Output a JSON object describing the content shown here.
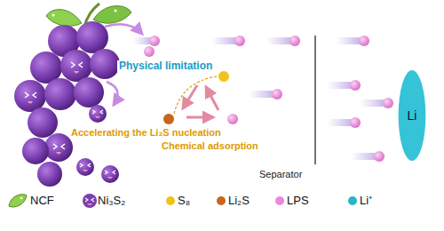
{
  "diagram": {
    "nodes": [
      {
        "text": [
          "Li"
        ]
      }
    ],
    "edges": [],
    "labels": [
      "Physical limitation",
      "Accelerating the Li₂S nucleation",
      "Chemical adsorption",
      "Separator"
    ],
    "legend": [
      {
        "text": "NCF"
      },
      {
        "text": "Ni₃S₂"
      },
      {
        "text": "S₈",
        "color": "#f2c21b"
      },
      {
        "text": "Li₂S",
        "color": "#c9651c"
      },
      {
        "text": "LPS",
        "color": "#e98ad8"
      },
      {
        "text": "Li⁺",
        "color": "#27b6c9"
      }
    ]
  }
}
